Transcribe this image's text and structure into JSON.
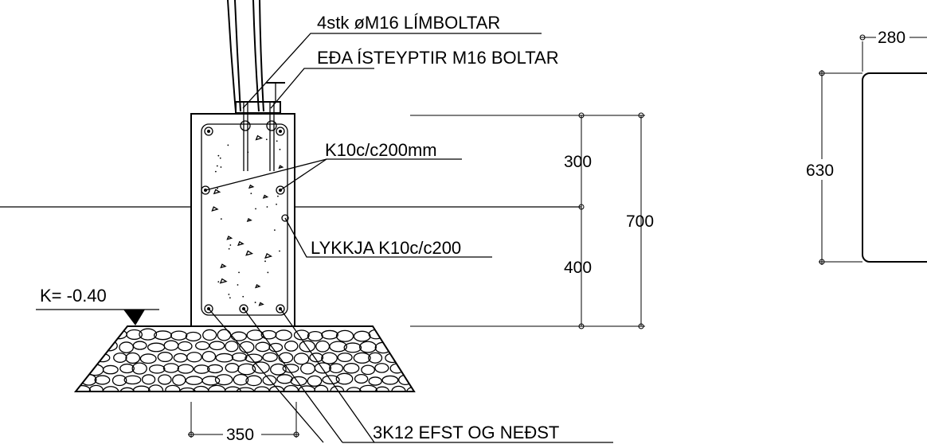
{
  "labels": {
    "bolts_line1": "4stk øM16 LÍMBOLTAR",
    "bolts_line2": "EÐA ÍSTEYPTIR M16 BOLTAR",
    "stirrup": "K10c/c200mm",
    "loop": "LYKKJA K10c/c200",
    "level": "K= -0.40",
    "rebar": "3K12 EFST OG NEÐST"
  },
  "dimensions": {
    "top_part": "300",
    "bottom_part": "400",
    "total_height": "700",
    "width": "350",
    "plan_width": "280",
    "plan_height": "630"
  }
}
